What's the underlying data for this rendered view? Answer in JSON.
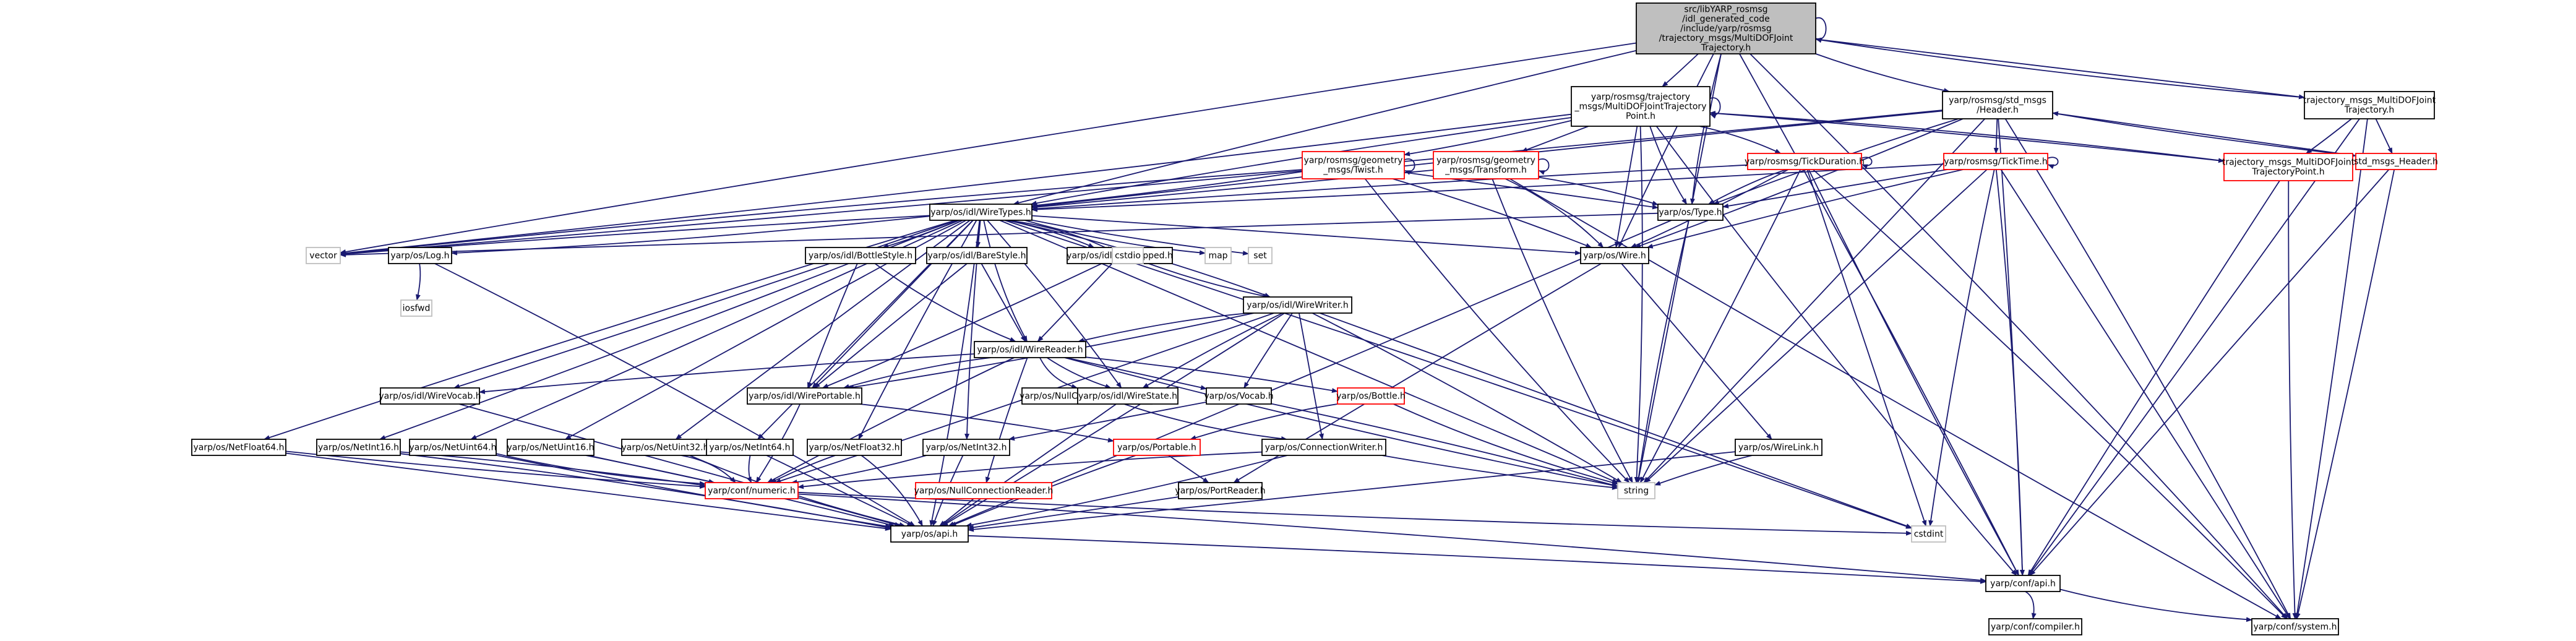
{
  "colors": {
    "edge": "#191970",
    "root_fill": "#bfbfbf",
    "fill": "#ffffff",
    "documented_border": "#000000",
    "undocumented_border": "#ff0000",
    "external_border": "#bfbfbf",
    "text": "#000000"
  },
  "nodes": [
    {
      "id": "root",
      "lines": [
        "src/libYARP_rosmsg",
        "/idl_generated_code",
        "/include/yarp/rosmsg",
        "/trajectory_msgs/MultiDOFJoint",
        "Trajectory.h"
      ],
      "kind": "root"
    },
    {
      "id": "mdjtp",
      "lines": [
        "yarp/rosmsg/trajectory",
        "_msgs/MultiDOFJointTrajectory",
        "Point.h"
      ],
      "kind": "doc"
    },
    {
      "id": "stdheader",
      "lines": [
        "yarp/rosmsg/std_msgs",
        "/Header.h"
      ],
      "kind": "doc"
    },
    {
      "id": "tm_mdjt",
      "lines": [
        "trajectory_msgs_MultiDOFJoint",
        "Trajectory.h"
      ],
      "kind": "doc"
    },
    {
      "id": "twist",
      "lines": [
        "yarp/rosmsg/geometry",
        "_msgs/Twist.h"
      ],
      "kind": "red"
    },
    {
      "id": "transform",
      "lines": [
        "yarp/rosmsg/geometry",
        "_msgs/Transform.h"
      ],
      "kind": "red"
    },
    {
      "id": "tickduration",
      "lines": [
        "yarp/rosmsg/TickDuration.h"
      ],
      "kind": "red"
    },
    {
      "id": "ticktime",
      "lines": [
        "yarp/rosmsg/TickTime.h"
      ],
      "kind": "red"
    },
    {
      "id": "tm_mdjtp",
      "lines": [
        "trajectory_msgs_MultiDOFJoint",
        "TrajectoryPoint.h"
      ],
      "kind": "red"
    },
    {
      "id": "std_msgs_header",
      "lines": [
        "std_msgs_Header.h"
      ],
      "kind": "red"
    },
    {
      "id": "wiretypes",
      "lines": [
        "yarp/os/idl/WireTypes.h"
      ],
      "kind": "doc"
    },
    {
      "id": "ostype",
      "lines": [
        "yarp/os/Type.h"
      ],
      "kind": "doc"
    },
    {
      "id": "vector",
      "lines": [
        "vector"
      ],
      "kind": "ext"
    },
    {
      "id": "log",
      "lines": [
        "yarp/os/Log.h"
      ],
      "kind": "doc"
    },
    {
      "id": "bottlestyle",
      "lines": [
        "yarp/os/idl/BottleStyle.h"
      ],
      "kind": "doc"
    },
    {
      "id": "barestyle",
      "lines": [
        "yarp/os/idl/BareStyle.h"
      ],
      "kind": "doc"
    },
    {
      "id": "unwrapped",
      "lines": [
        "yarp/os/idl/Unwrapped.h"
      ],
      "kind": "doc"
    },
    {
      "id": "cstdio",
      "lines": [
        "cstdio"
      ],
      "kind": "ext"
    },
    {
      "id": "map",
      "lines": [
        "map"
      ],
      "kind": "ext"
    },
    {
      "id": "set",
      "lines": [
        "set"
      ],
      "kind": "ext"
    },
    {
      "id": "oswire",
      "lines": [
        "yarp/os/Wire.h"
      ],
      "kind": "doc"
    },
    {
      "id": "iosfwd",
      "lines": [
        "iosfwd"
      ],
      "kind": "ext"
    },
    {
      "id": "wirewriter",
      "lines": [
        "yarp/os/idl/WireWriter.h"
      ],
      "kind": "doc"
    },
    {
      "id": "wirereader",
      "lines": [
        "yarp/os/idl/WireReader.h"
      ],
      "kind": "doc"
    },
    {
      "id": "wirevocab",
      "lines": [
        "yarp/os/idl/WireVocab.h"
      ],
      "kind": "doc"
    },
    {
      "id": "wireportable",
      "lines": [
        "yarp/os/idl/WirePortable.h"
      ],
      "kind": "doc"
    },
    {
      "id": "nullconnwriter",
      "lines": [
        "yarp/os/NullConnectionWriter.h"
      ],
      "kind": "doc"
    },
    {
      "id": "wirestate",
      "lines": [
        "yarp/os/idl/WireState.h"
      ],
      "kind": "doc"
    },
    {
      "id": "vocab",
      "lines": [
        "yarp/os/Vocab.h"
      ],
      "kind": "doc"
    },
    {
      "id": "bottle",
      "lines": [
        "yarp/os/Bottle.h"
      ],
      "kind": "red"
    },
    {
      "id": "netfloat64",
      "lines": [
        "yarp/os/NetFloat64.h"
      ],
      "kind": "doc"
    },
    {
      "id": "netint16",
      "lines": [
        "yarp/os/NetInt16.h"
      ],
      "kind": "doc"
    },
    {
      "id": "netuint64",
      "lines": [
        "yarp/os/NetUint64.h"
      ],
      "kind": "doc"
    },
    {
      "id": "netuint16",
      "lines": [
        "yarp/os/NetUint16.h"
      ],
      "kind": "doc"
    },
    {
      "id": "netuint32",
      "lines": [
        "yarp/os/NetUint32.h"
      ],
      "kind": "doc"
    },
    {
      "id": "netint64",
      "lines": [
        "yarp/os/NetInt64.h"
      ],
      "kind": "doc"
    },
    {
      "id": "netfloat32",
      "lines": [
        "yarp/os/NetFloat32.h"
      ],
      "kind": "doc"
    },
    {
      "id": "netint32",
      "lines": [
        "yarp/os/NetInt32.h"
      ],
      "kind": "doc"
    },
    {
      "id": "portable",
      "lines": [
        "yarp/os/Portable.h"
      ],
      "kind": "red"
    },
    {
      "id": "connwriter",
      "lines": [
        "yarp/os/ConnectionWriter.h"
      ],
      "kind": "doc"
    },
    {
      "id": "wirelink",
      "lines": [
        "yarp/os/WireLink.h"
      ],
      "kind": "doc"
    },
    {
      "id": "numeric",
      "lines": [
        "yarp/conf/numeric.h"
      ],
      "kind": "red"
    },
    {
      "id": "nullconnreader",
      "lines": [
        "yarp/os/NullConnectionReader.h"
      ],
      "kind": "red"
    },
    {
      "id": "portreader",
      "lines": [
        "yarp/os/PortReader.h"
      ],
      "kind": "doc"
    },
    {
      "id": "string",
      "lines": [
        "string"
      ],
      "kind": "ext"
    },
    {
      "id": "osapi",
      "lines": [
        "yarp/os/api.h"
      ],
      "kind": "doc"
    },
    {
      "id": "cstdint",
      "lines": [
        "cstdint"
      ],
      "kind": "ext"
    },
    {
      "id": "confapi",
      "lines": [
        "yarp/conf/api.h"
      ],
      "kind": "doc"
    },
    {
      "id": "compiler",
      "lines": [
        "yarp/conf/compiler.h"
      ],
      "kind": "doc"
    },
    {
      "id": "system",
      "lines": [
        "yarp/conf/system.h"
      ],
      "kind": "doc"
    }
  ],
  "edges": [
    [
      "root",
      "mdjtp"
    ],
    [
      "root",
      "stdheader"
    ],
    [
      "root",
      "tm_mdjt"
    ],
    [
      "root",
      "wiretypes"
    ],
    [
      "root",
      "vector"
    ],
    [
      "root",
      "ostype"
    ],
    [
      "root",
      "oswire"
    ],
    [
      "root",
      "string"
    ],
    [
      "root",
      "confapi"
    ],
    [
      "root",
      "system"
    ],
    [
      "root",
      "root"
    ],
    [
      "mdjtp",
      "twist"
    ],
    [
      "mdjtp",
      "transform"
    ],
    [
      "mdjtp",
      "tickduration"
    ],
    [
      "mdjtp",
      "wiretypes"
    ],
    [
      "mdjtp",
      "vector"
    ],
    [
      "mdjtp",
      "ostype"
    ],
    [
      "mdjtp",
      "oswire"
    ],
    [
      "mdjtp",
      "tm_mdjtp"
    ],
    [
      "mdjtp",
      "string"
    ],
    [
      "mdjtp",
      "confapi"
    ],
    [
      "mdjtp",
      "mdjtp"
    ],
    [
      "stdheader",
      "ticktime"
    ],
    [
      "stdheader",
      "wiretypes"
    ],
    [
      "stdheader",
      "ostype"
    ],
    [
      "stdheader",
      "oswire"
    ],
    [
      "stdheader",
      "std_msgs_header"
    ],
    [
      "stdheader",
      "string"
    ],
    [
      "stdheader",
      "confapi"
    ],
    [
      "stdheader",
      "system"
    ],
    [
      "stdheader",
      "vector"
    ],
    [
      "tm_mdjt",
      "tm_mdjtp"
    ],
    [
      "tm_mdjt",
      "std_msgs_header"
    ],
    [
      "tm_mdjt",
      "system"
    ],
    [
      "tm_mdjt",
      "confapi"
    ],
    [
      "tm_mdjt",
      "root"
    ],
    [
      "twist",
      "wiretypes"
    ],
    [
      "twist",
      "ostype"
    ],
    [
      "twist",
      "oswire"
    ],
    [
      "twist",
      "vector"
    ],
    [
      "twist",
      "string"
    ],
    [
      "twist",
      "twist"
    ],
    [
      "transform",
      "wiretypes"
    ],
    [
      "transform",
      "ostype"
    ],
    [
      "transform",
      "oswire"
    ],
    [
      "transform",
      "string"
    ],
    [
      "transform",
      "system"
    ],
    [
      "transform",
      "transform"
    ],
    [
      "tickduration",
      "wiretypes"
    ],
    [
      "tickduration",
      "ostype"
    ],
    [
      "tickduration",
      "oswire"
    ],
    [
      "tickduration",
      "confapi"
    ],
    [
      "tickduration",
      "cstdint"
    ],
    [
      "tickduration",
      "string"
    ],
    [
      "tickduration",
      "system"
    ],
    [
      "tickduration",
      "tickduration"
    ],
    [
      "ticktime",
      "wiretypes"
    ],
    [
      "ticktime",
      "ostype"
    ],
    [
      "ticktime",
      "oswire"
    ],
    [
      "ticktime",
      "confapi"
    ],
    [
      "ticktime",
      "cstdint"
    ],
    [
      "ticktime",
      "string"
    ],
    [
      "ticktime",
      "system"
    ],
    [
      "ticktime",
      "ticktime"
    ],
    [
      "tm_mdjtp",
      "mdjtp"
    ],
    [
      "tm_mdjtp",
      "confapi"
    ],
    [
      "tm_mdjtp",
      "system"
    ],
    [
      "std_msgs_header",
      "stdheader"
    ],
    [
      "std_msgs_header",
      "system"
    ],
    [
      "std_msgs_header",
      "confapi"
    ],
    [
      "wiretypes",
      "log"
    ],
    [
      "wiretypes",
      "bottlestyle"
    ],
    [
      "wiretypes",
      "barestyle"
    ],
    [
      "wiretypes",
      "unwrapped"
    ],
    [
      "wiretypes",
      "cstdio"
    ],
    [
      "wiretypes",
      "map"
    ],
    [
      "wiretypes",
      "set"
    ],
    [
      "wiretypes",
      "oswire"
    ],
    [
      "wiretypes",
      "vector"
    ],
    [
      "wiretypes",
      "wirewriter"
    ],
    [
      "wiretypes",
      "wirereader"
    ],
    [
      "wiretypes",
      "wirevocab"
    ],
    [
      "wiretypes",
      "wireportable"
    ],
    [
      "wiretypes",
      "wirestate"
    ],
    [
      "wiretypes",
      "netfloat64"
    ],
    [
      "wiretypes",
      "netint16"
    ],
    [
      "wiretypes",
      "netuint64"
    ],
    [
      "wiretypes",
      "netuint16"
    ],
    [
      "wiretypes",
      "netuint32"
    ],
    [
      "wiretypes",
      "netint64"
    ],
    [
      "wiretypes",
      "netfloat32"
    ],
    [
      "wiretypes",
      "netint32"
    ],
    [
      "wiretypes",
      "string"
    ],
    [
      "wiretypes",
      "cstdint"
    ],
    [
      "wiretypes",
      "osapi"
    ],
    [
      "ostype",
      "string"
    ],
    [
      "ostype",
      "osapi"
    ],
    [
      "ostype",
      "vector"
    ],
    [
      "log",
      "iosfwd"
    ],
    [
      "log",
      "osapi"
    ],
    [
      "bottlestyle",
      "wirereader"
    ],
    [
      "bottlestyle",
      "wireportable"
    ],
    [
      "barestyle",
      "wirereader"
    ],
    [
      "barestyle",
      "wireportable"
    ],
    [
      "unwrapped",
      "wirereader"
    ],
    [
      "unwrapped",
      "wireportable"
    ],
    [
      "unwrapped",
      "wirewriter"
    ],
    [
      "oswire",
      "wirelink"
    ],
    [
      "oswire",
      "portreader"
    ],
    [
      "wirewriter",
      "wirereader"
    ],
    [
      "wirewriter",
      "wireportable"
    ],
    [
      "wirewriter",
      "vocab"
    ],
    [
      "wirewriter",
      "connwriter"
    ],
    [
      "wirewriter",
      "string"
    ],
    [
      "wirewriter",
      "wirestate"
    ],
    [
      "wirewriter",
      "osapi"
    ],
    [
      "wirewriter",
      "numeric"
    ],
    [
      "wirewriter",
      "cstdint"
    ],
    [
      "wirereader",
      "wirevocab"
    ],
    [
      "wirereader",
      "wireportable"
    ],
    [
      "wirereader",
      "nullconnwriter"
    ],
    [
      "wirereader",
      "wirestate"
    ],
    [
      "wirereader",
      "vocab"
    ],
    [
      "wirereader",
      "bottle"
    ],
    [
      "wirereader",
      "numeric"
    ],
    [
      "wirereader",
      "string"
    ],
    [
      "wirereader",
      "nullconnreader"
    ],
    [
      "wirevocab",
      "osapi"
    ],
    [
      "wireportable",
      "portable"
    ],
    [
      "wireportable",
      "numeric"
    ],
    [
      "nullconnwriter",
      "connwriter"
    ],
    [
      "wirestate",
      "osapi"
    ],
    [
      "vocab",
      "netint32"
    ],
    [
      "vocab",
      "string"
    ],
    [
      "bottle",
      "portable"
    ],
    [
      "bottle",
      "string"
    ],
    [
      "netfloat64",
      "numeric"
    ],
    [
      "netfloat64",
      "osapi"
    ],
    [
      "netint16",
      "numeric"
    ],
    [
      "netint16",
      "osapi"
    ],
    [
      "netuint64",
      "numeric"
    ],
    [
      "netuint64",
      "osapi"
    ],
    [
      "netuint16",
      "numeric"
    ],
    [
      "netuint16",
      "osapi"
    ],
    [
      "netuint32",
      "numeric"
    ],
    [
      "netuint32",
      "osapi"
    ],
    [
      "netint64",
      "numeric"
    ],
    [
      "netint64",
      "osapi"
    ],
    [
      "netfloat32",
      "numeric"
    ],
    [
      "netfloat32",
      "osapi"
    ],
    [
      "netint32",
      "numeric"
    ],
    [
      "netint32",
      "osapi"
    ],
    [
      "portable",
      "portreader"
    ],
    [
      "portable",
      "osapi"
    ],
    [
      "connwriter",
      "numeric"
    ],
    [
      "connwriter",
      "osapi"
    ],
    [
      "connwriter",
      "string"
    ],
    [
      "wirelink",
      "osapi"
    ],
    [
      "wirelink",
      "string"
    ],
    [
      "numeric",
      "confapi"
    ],
    [
      "numeric",
      "cstdint"
    ],
    [
      "nullconnreader",
      "osapi"
    ],
    [
      "portreader",
      "osapi"
    ],
    [
      "osapi",
      "confapi"
    ],
    [
      "confapi",
      "compiler"
    ],
    [
      "confapi",
      "system"
    ]
  ]
}
